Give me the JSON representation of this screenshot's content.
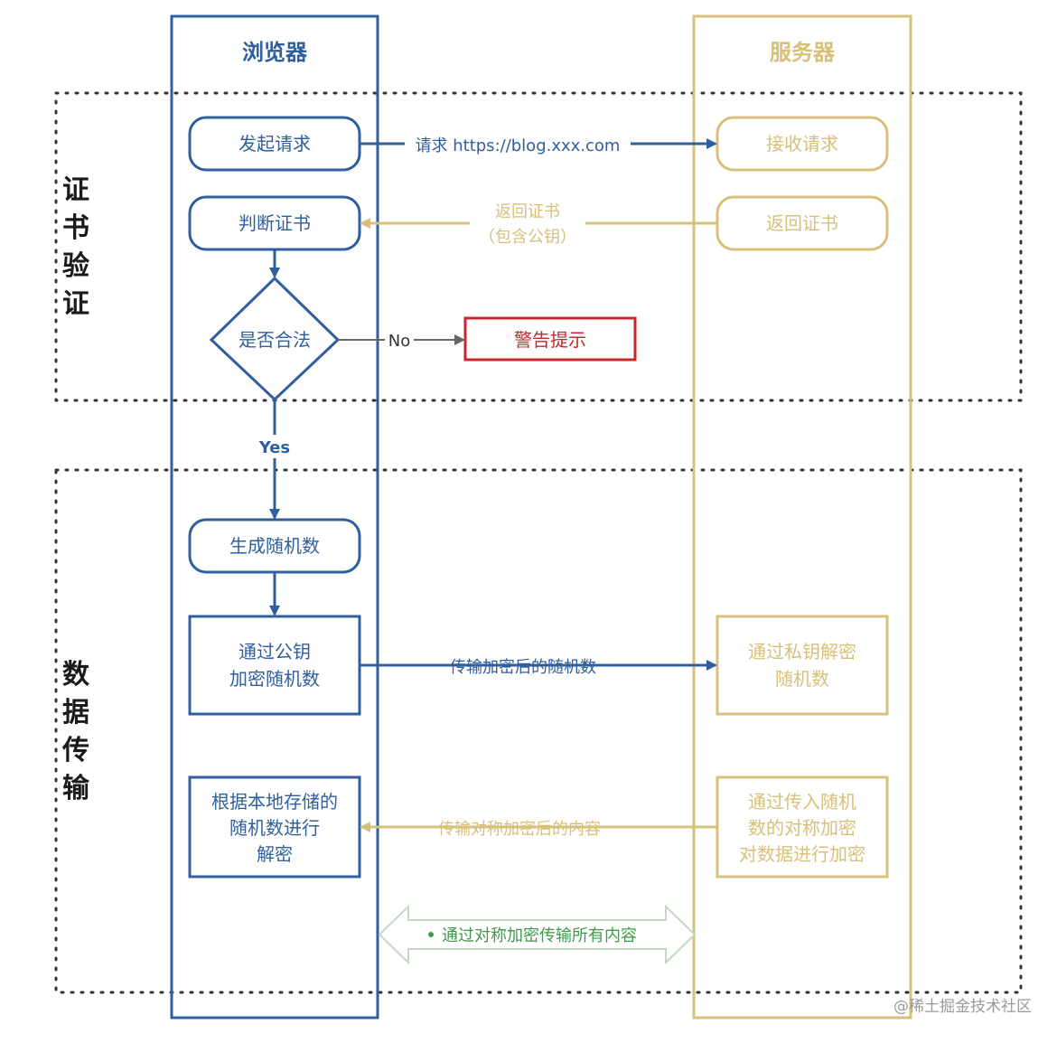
{
  "lanes": {
    "browser": "浏览器",
    "server": "服务器"
  },
  "sections": {
    "cert_verify": "证\n书\n验\n证",
    "data_transfer": "数\n据\n传\n输"
  },
  "browser_nodes": {
    "initiate": "发起请求",
    "judge_cert": "判断证书",
    "is_valid": "是否合法",
    "gen_random": "生成随机数",
    "encrypt_random": [
      "通过公钥",
      "加密随机数"
    ],
    "decrypt_content": [
      "根据本地存储的",
      "随机数进行",
      "解密"
    ]
  },
  "server_nodes": {
    "receive": "接收请求",
    "return_cert": "返回证书",
    "decrypt_random": [
      "通过私钥解密",
      "随机数"
    ],
    "encrypt_data": [
      "通过传入随机",
      "数的对称加密",
      "对数据进行加密"
    ]
  },
  "warning": "警告提示",
  "edges": {
    "request": "请求 https://blog.xxx.com",
    "return_cert": [
      "返回证书",
      "（包含公钥）"
    ],
    "no": "No",
    "yes": "Yes",
    "send_encrypted_random": "传输加密后的随机数",
    "send_encrypted_content": "传输对称加密后的内容",
    "symmetric": "通过对称加密传输所有内容"
  },
  "watermark": "@稀土掘金技术社区",
  "colors": {
    "browser": "#2f5f9e",
    "server": "#d8c07a",
    "warning": "#c8262c",
    "symmetric": "#3f9a4a",
    "grey": "#666666"
  }
}
